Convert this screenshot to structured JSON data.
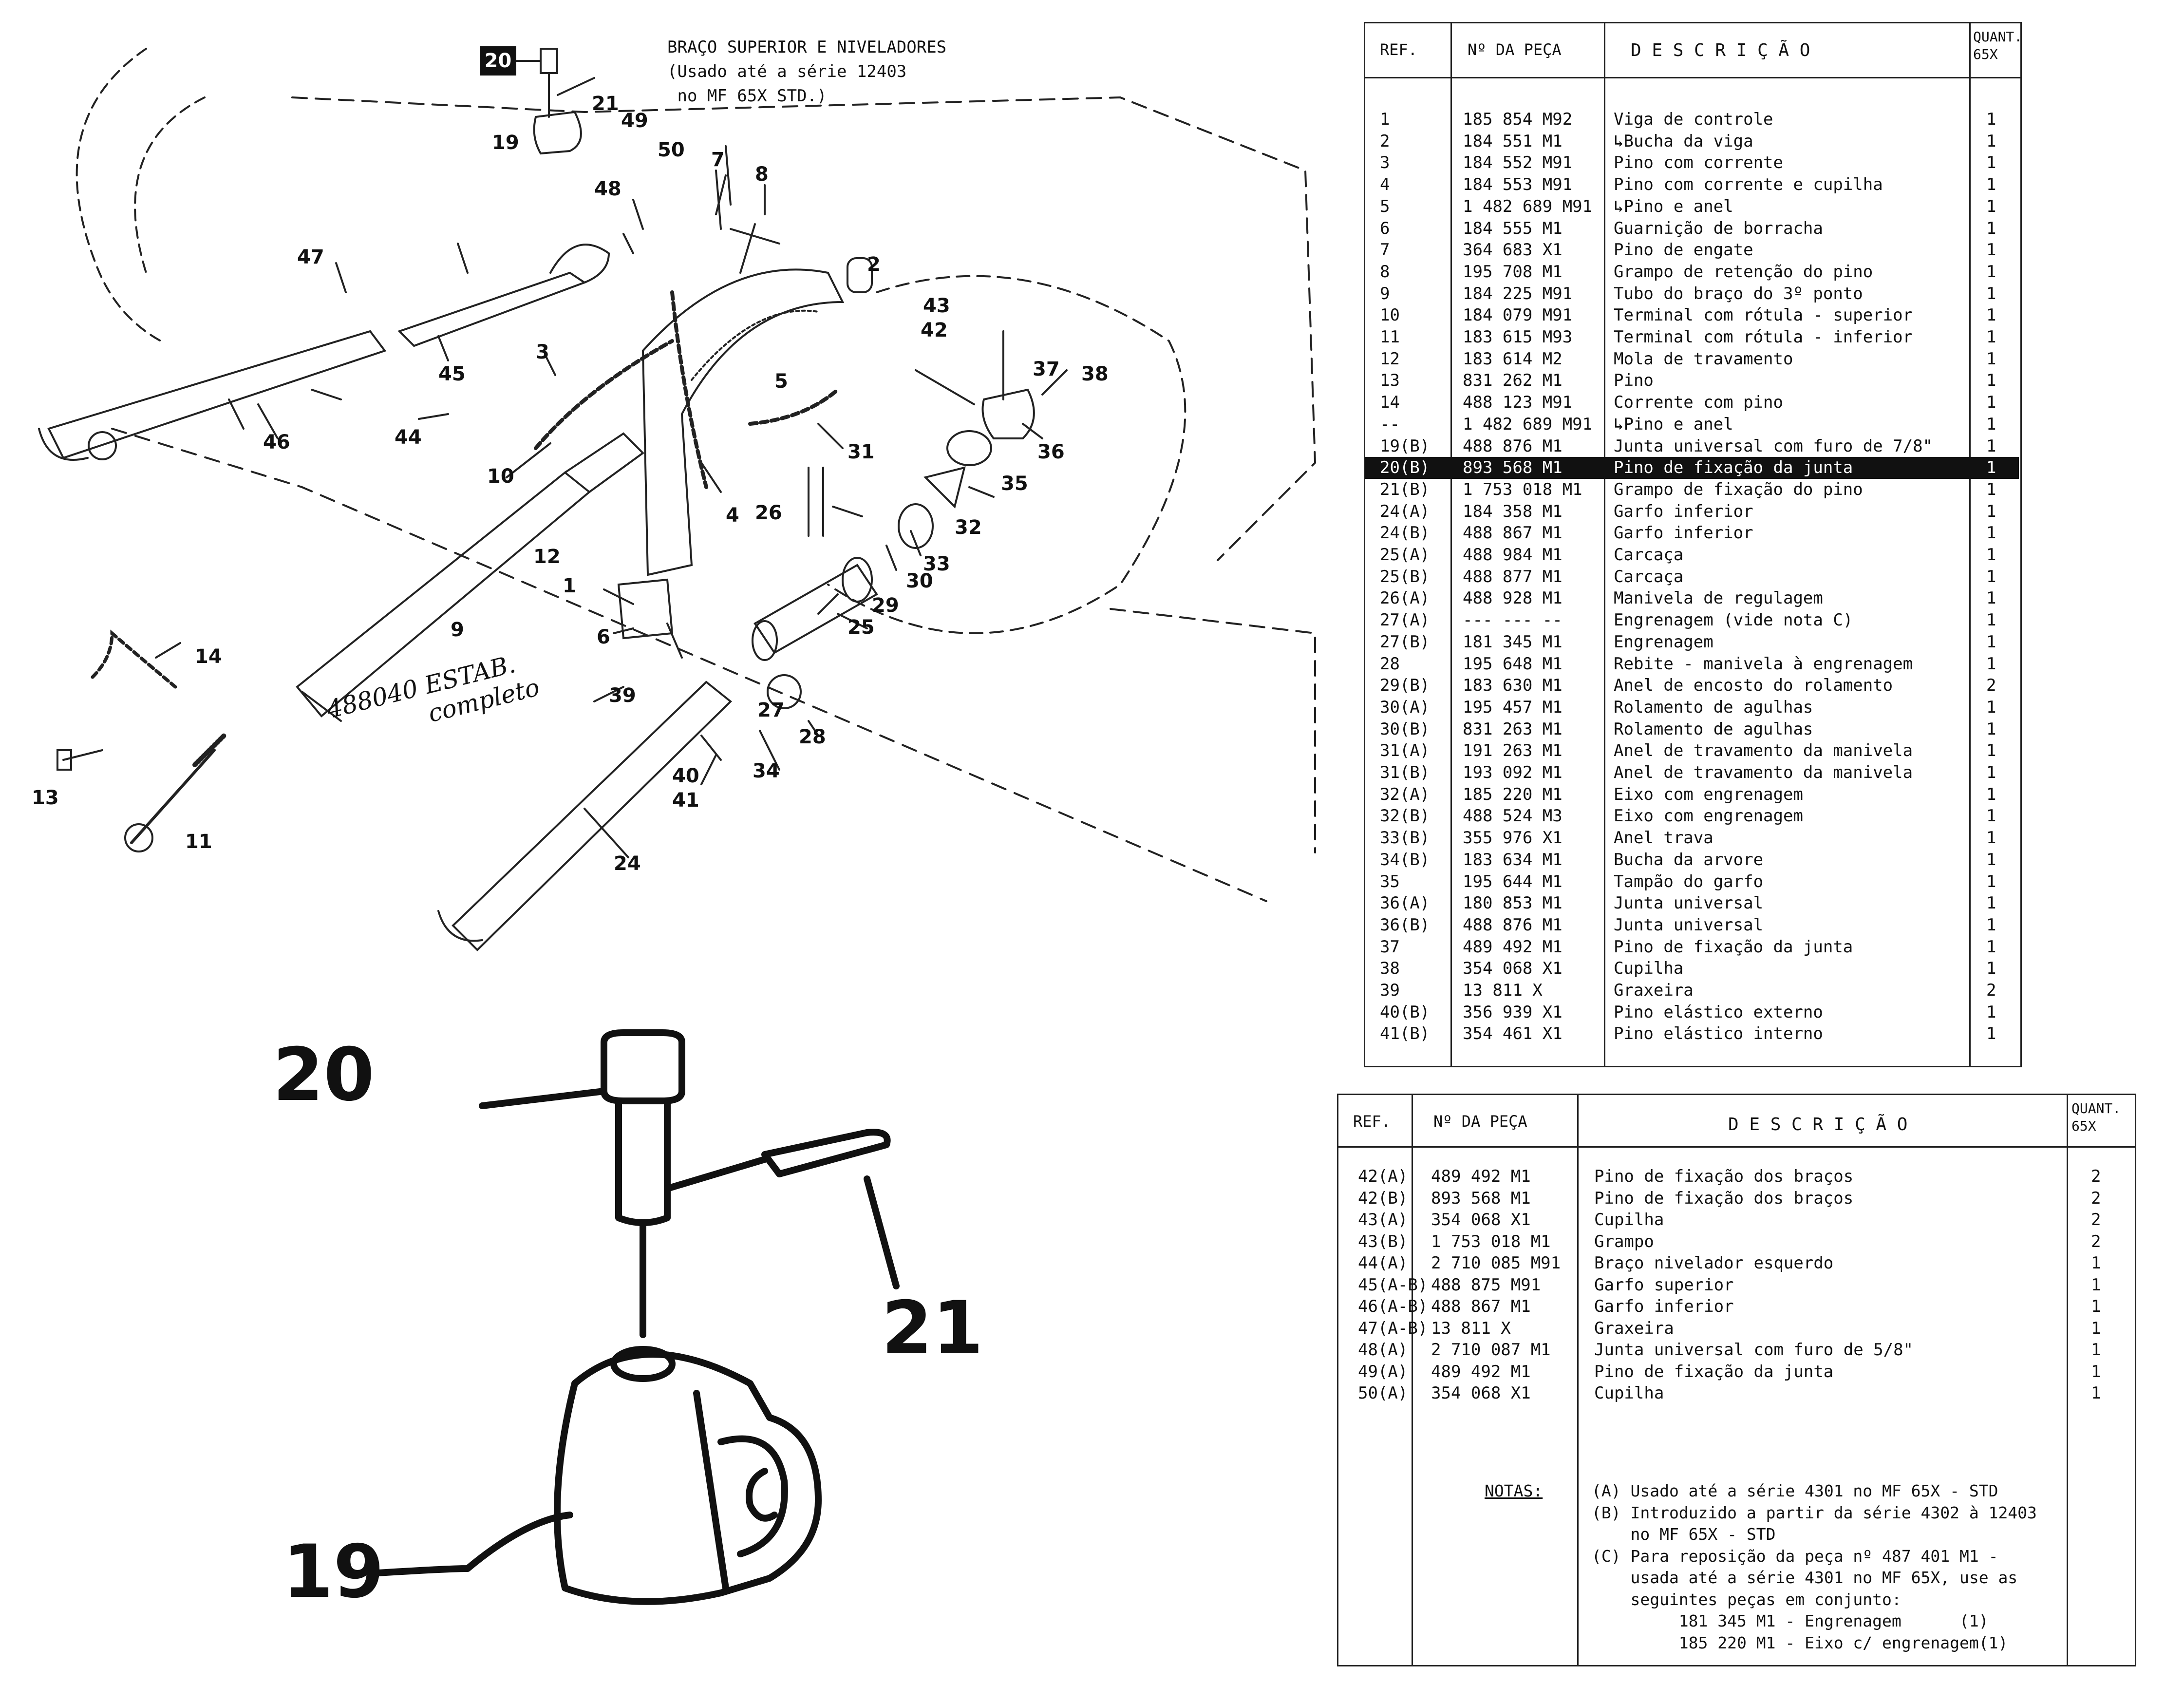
{
  "diagram": {
    "title_lines": [
      "BRAÇO SUPERIOR E NIVELADORES",
      "(Usado até a série 12403",
      " no MF 65X STD.)"
    ],
    "highlight_ref": "20",
    "handwritten_note": [
      "488040 ESTAB.",
      "completo"
    ],
    "callouts": [
      "1",
      "2",
      "3",
      "4",
      "5",
      "6",
      "7",
      "8",
      "9",
      "10",
      "11",
      "12",
      "13",
      "14",
      "19",
      "21",
      "24",
      "25",
      "26",
      "27",
      "28",
      "29",
      "30",
      "31",
      "32",
      "33",
      "34",
      "35",
      "36",
      "37",
      "38",
      "39",
      "40",
      "41",
      "42",
      "43",
      "44",
      "45",
      "46",
      "47",
      "48",
      "49",
      "50"
    ]
  },
  "zoom": {
    "labels": [
      "20",
      "21",
      "19"
    ]
  },
  "table1": {
    "headers": {
      "ref": "REF.",
      "part": "Nº DA PEÇA",
      "desc": "D E S C R I Ç Ã O",
      "qty": "QUANT.\n65X"
    },
    "rows": [
      {
        "ref": "1",
        "part": "185 854 M92",
        "desc": "Viga de controle",
        "qty": "1"
      },
      {
        "ref": "2",
        "part": "184 551 M1",
        "desc": "↳Bucha da viga",
        "qty": "1"
      },
      {
        "ref": "3",
        "part": "184 552 M91",
        "desc": "Pino com corrente",
        "qty": "1"
      },
      {
        "ref": "4",
        "part": "184 553 M91",
        "desc": "Pino com corrente e cupilha",
        "qty": "1"
      },
      {
        "ref": "5",
        "part": "1 482 689 M91",
        "desc": "↳Pino e anel",
        "qty": "1"
      },
      {
        "ref": "6",
        "part": "184 555 M1",
        "desc": "Guarnição de borracha",
        "qty": "1"
      },
      {
        "ref": "7",
        "part": "364 683 X1",
        "desc": "Pino de engate",
        "qty": "1"
      },
      {
        "ref": "8",
        "part": "195 708 M1",
        "desc": "Grampo de retenção do pino",
        "qty": "1"
      },
      {
        "ref": "9",
        "part": "184 225 M91",
        "desc": "Tubo do braço do 3º ponto",
        "qty": "1"
      },
      {
        "ref": "10",
        "part": "184 079 M91",
        "desc": "Terminal com rótula - superior",
        "qty": "1"
      },
      {
        "ref": "11",
        "part": "183 615 M93",
        "desc": "Terminal com rótula - inferior",
        "qty": "1"
      },
      {
        "ref": "12",
        "part": "183 614 M2",
        "desc": "Mola de travamento",
        "qty": "1"
      },
      {
        "ref": "13",
        "part": "831 262 M1",
        "desc": "Pino",
        "qty": "1"
      },
      {
        "ref": "14",
        "part": "488 123 M91",
        "desc": "Corrente com pino",
        "qty": "1"
      },
      {
        "ref": "--",
        "part": "1 482 689 M91",
        "desc": "↳Pino e anel",
        "qty": "1"
      },
      {
        "ref": "19(B)",
        "part": "488 876 M1",
        "desc": "Junta universal com furo de 7/8\"",
        "qty": "1"
      },
      {
        "ref": "20(B)",
        "part": "893 568 M1",
        "desc": "Pino de fixação da junta",
        "qty": "1",
        "hl": true
      },
      {
        "ref": "21(B)",
        "part": "1 753 018 M1",
        "desc": "Grampo de fixação do pino",
        "qty": "1"
      },
      {
        "ref": "24(A)",
        "part": "184 358 M1",
        "desc": "Garfo inferior",
        "qty": "1"
      },
      {
        "ref": "24(B)",
        "part": "488 867 M1",
        "desc": "Garfo inferior",
        "qty": "1"
      },
      {
        "ref": "25(A)",
        "part": "488 984 M1",
        "desc": "Carcaça",
        "qty": "1"
      },
      {
        "ref": "25(B)",
        "part": "488 877 M1",
        "desc": "Carcaça",
        "qty": "1"
      },
      {
        "ref": "26(A)",
        "part": "488 928 M1",
        "desc": "Manivela de regulagem",
        "qty": "1"
      },
      {
        "ref": "27(A)",
        "part": "--- --- --",
        "desc": "Engrenagem (vide nota C)",
        "qty": "1"
      },
      {
        "ref": "27(B)",
        "part": "181 345 M1",
        "desc": "Engrenagem",
        "qty": "1"
      },
      {
        "ref": "28",
        "part": "195 648 M1",
        "desc": "Rebite - manivela à engrenagem",
        "qty": "1"
      },
      {
        "ref": "29(B)",
        "part": "183 630 M1",
        "desc": "Anel de encosto do rolamento",
        "qty": "2"
      },
      {
        "ref": "30(A)",
        "part": "195 457 M1",
        "desc": "Rolamento de agulhas",
        "qty": "1"
      },
      {
        "ref": "30(B)",
        "part": "831 263 M1",
        "desc": "Rolamento de agulhas",
        "qty": "1"
      },
      {
        "ref": "31(A)",
        "part": "191 263 M1",
        "desc": "Anel de travamento da manivela",
        "qty": "1"
      },
      {
        "ref": "31(B)",
        "part": "193 092 M1",
        "desc": "Anel de travamento da manivela",
        "qty": "1"
      },
      {
        "ref": "32(A)",
        "part": "185 220 M1",
        "desc": "Eixo com engrenagem",
        "qty": "1"
      },
      {
        "ref": "32(B)",
        "part": "488 524 M3",
        "desc": "Eixo com engrenagem",
        "qty": "1"
      },
      {
        "ref": "33(B)",
        "part": "355 976 X1",
        "desc": "Anel trava",
        "qty": "1"
      },
      {
        "ref": "34(B)",
        "part": "183 634 M1",
        "desc": "Bucha da arvore",
        "qty": "1"
      },
      {
        "ref": "35",
        "part": "195 644 M1",
        "desc": "Tampão do garfo",
        "qty": "1"
      },
      {
        "ref": "36(A)",
        "part": "180 853 M1",
        "desc": "Junta universal",
        "qty": "1"
      },
      {
        "ref": "36(B)",
        "part": "488 876 M1",
        "desc": "Junta universal",
        "qty": "1"
      },
      {
        "ref": "37",
        "part": "489 492 M1",
        "desc": "Pino de fixação da junta",
        "qty": "1"
      },
      {
        "ref": "38",
        "part": "354 068 X1",
        "desc": "Cupilha",
        "qty": "1"
      },
      {
        "ref": "39",
        "part": "13 811 X",
        "desc": "Graxeira",
        "qty": "2"
      },
      {
        "ref": "40(B)",
        "part": "356 939 X1",
        "desc": "Pino elástico externo",
        "qty": "1"
      },
      {
        "ref": "41(B)",
        "part": "354 461 X1",
        "desc": "Pino elástico interno",
        "qty": "1"
      }
    ]
  },
  "table2": {
    "headers": {
      "ref": "REF.",
      "part": "Nº DA PEÇA",
      "desc": "D E S C R I Ç Ã O",
      "qty": "QUANT.\n65X"
    },
    "rows": [
      {
        "ref": "42(A)",
        "part": "489 492 M1",
        "desc": "Pino de fixação dos braços",
        "qty": "2"
      },
      {
        "ref": "42(B)",
        "part": "893 568 M1",
        "desc": "Pino de fixação dos braços",
        "qty": "2"
      },
      {
        "ref": "43(A)",
        "part": "354 068 X1",
        "desc": "Cupilha",
        "qty": "2"
      },
      {
        "ref": "43(B)",
        "part": "1 753 018 M1",
        "desc": "Grampo",
        "qty": "2"
      },
      {
        "ref": "44(A)",
        "part": "2 710 085 M91",
        "desc": "Braço nivelador esquerdo",
        "qty": "1"
      },
      {
        "ref": "45(A-B)",
        "part": "488 875 M91",
        "desc": "Garfo superior",
        "qty": "1"
      },
      {
        "ref": "46(A-B)",
        "part": "488 867 M1",
        "desc": "Garfo inferior",
        "qty": "1"
      },
      {
        "ref": "47(A-B)",
        "part": "13 811 X",
        "desc": "Graxeira",
        "qty": "1"
      },
      {
        "ref": "48(A)",
        "part": "2 710 087 M1",
        "desc": "Junta universal com furo de 5/8\"",
        "qty": "1"
      },
      {
        "ref": "49(A)",
        "part": "489 492 M1",
        "desc": "Pino de fixação da junta",
        "qty": "1"
      },
      {
        "ref": "50(A)",
        "part": "354 068 X1",
        "desc": "Cupilha",
        "qty": "1"
      }
    ],
    "notes_label": "NOTAS:",
    "notes": [
      "(A) Usado até a série 4301 no MF 65X - STD",
      "(B) Introduzido a partir da série 4302 à 12403",
      "    no MF 65X - STD",
      "(C) Para reposição da peça nº 487 401 M1 -",
      "    usada até a série 4301 no MF 65X, use as",
      "    seguintes peças em conjunto:",
      "         181 345 M1 - Engrenagem      (1)",
      "         185 220 M1 - Eixo c/ engrenagem(1)"
    ]
  }
}
